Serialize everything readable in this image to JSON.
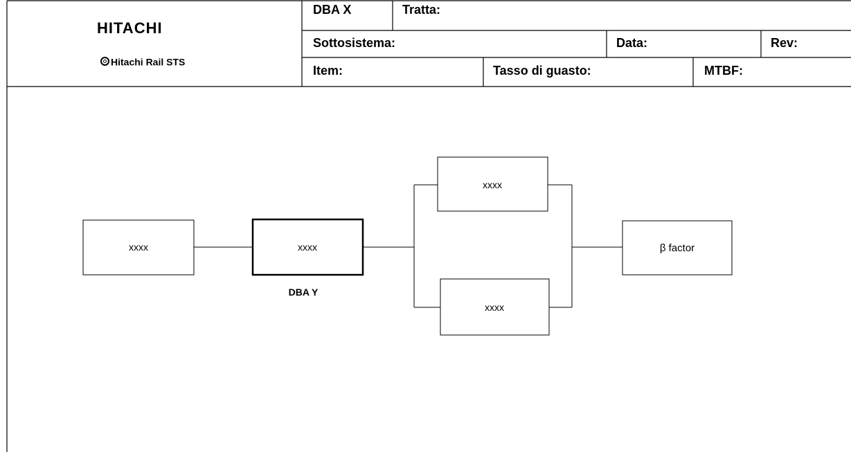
{
  "header": {
    "logo": "HITACHI",
    "company": "Hitachi Rail STS",
    "dba_label": "DBA X",
    "tratta_label": "Tratta:",
    "sottosistema_label": "Sottosistema:",
    "data_label": "Data:",
    "rev_label": "Rev:",
    "item_label": "Item:",
    "tasso_label": "Tasso di guasto:",
    "mtbf_label": "MTBF:"
  },
  "diagram": {
    "blocks": {
      "input": "xxxx",
      "dba_y": "xxxx",
      "parallel_top": "xxxx",
      "parallel_bottom": "xxxx",
      "beta": "β factor"
    },
    "dba_y_caption": "DBA Y"
  }
}
